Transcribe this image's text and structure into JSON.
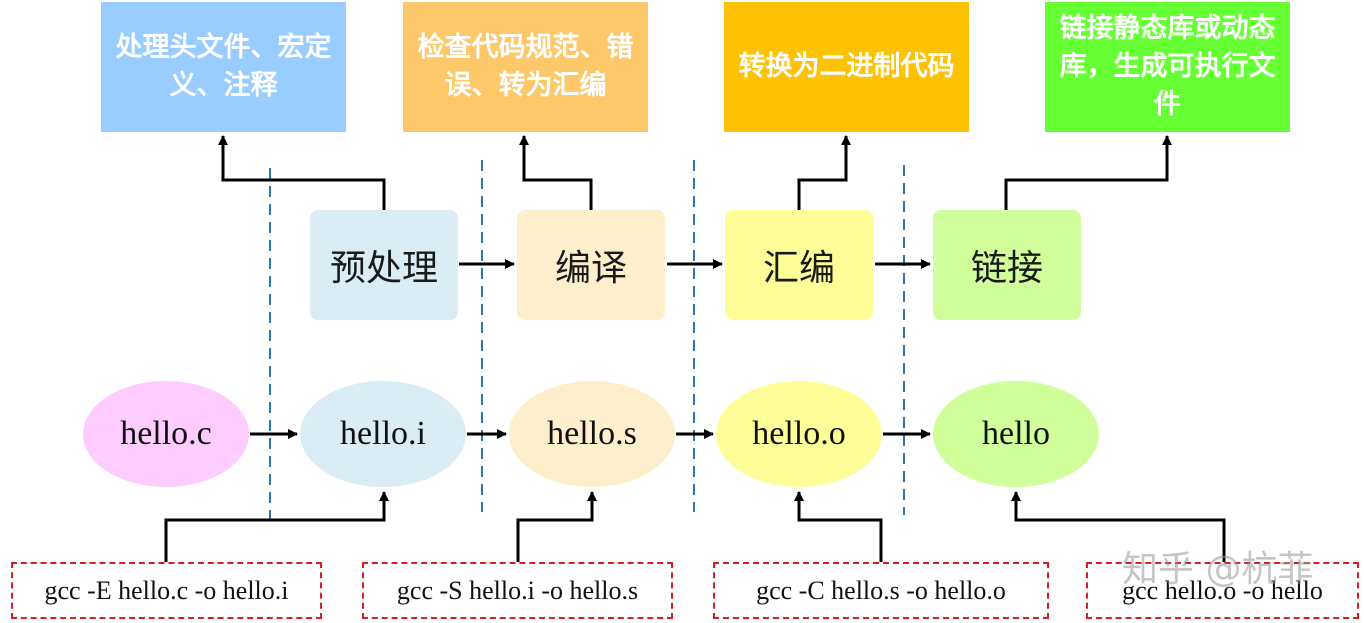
{
  "descriptions": [
    {
      "id": "preprocess",
      "text": "处理头文件、宏定义、注释",
      "color": "#99ccff"
    },
    {
      "id": "compile",
      "text": "检查代码规范、错误、转为汇编",
      "color": "#fdc86a"
    },
    {
      "id": "assemble",
      "text": "转换为二进制代码",
      "color": "#fcc203"
    },
    {
      "id": "link",
      "text": "链接静态库或动态库，生成可执行文件",
      "color": "#66ff33"
    }
  ],
  "stages": [
    {
      "id": "preprocess",
      "label": "预处理",
      "color": "#dbedf4"
    },
    {
      "id": "compile",
      "label": "编译",
      "color": "#fdefcb"
    },
    {
      "id": "assemble",
      "label": "汇编",
      "color": "#fefe99"
    },
    {
      "id": "link",
      "label": "链接",
      "color": "#cffe9a"
    }
  ],
  "files": [
    {
      "id": "c",
      "label": "hello.c",
      "color": "#ffccff"
    },
    {
      "id": "i",
      "label": "hello.i",
      "color": "#dbedf4"
    },
    {
      "id": "s",
      "label": "hello.s",
      "color": "#fdefcb"
    },
    {
      "id": "o",
      "label": "hello.o",
      "color": "#fefe99"
    },
    {
      "id": "exe",
      "label": "hello",
      "color": "#cffe9a"
    }
  ],
  "commands": [
    {
      "id": "preprocess",
      "text": "gcc -E hello.c -o hello.i"
    },
    {
      "id": "compile",
      "text": "gcc -S hello.i -o hello.s"
    },
    {
      "id": "assemble",
      "text": "gcc -C hello.s -o hello.o"
    },
    {
      "id": "link",
      "text": "gcc hello.o -o hello"
    }
  ],
  "colors": {
    "arrow": "#000000",
    "divider": "#2e75b6",
    "command_border": "#d62020"
  },
  "watermark": "知乎 @杭菲"
}
